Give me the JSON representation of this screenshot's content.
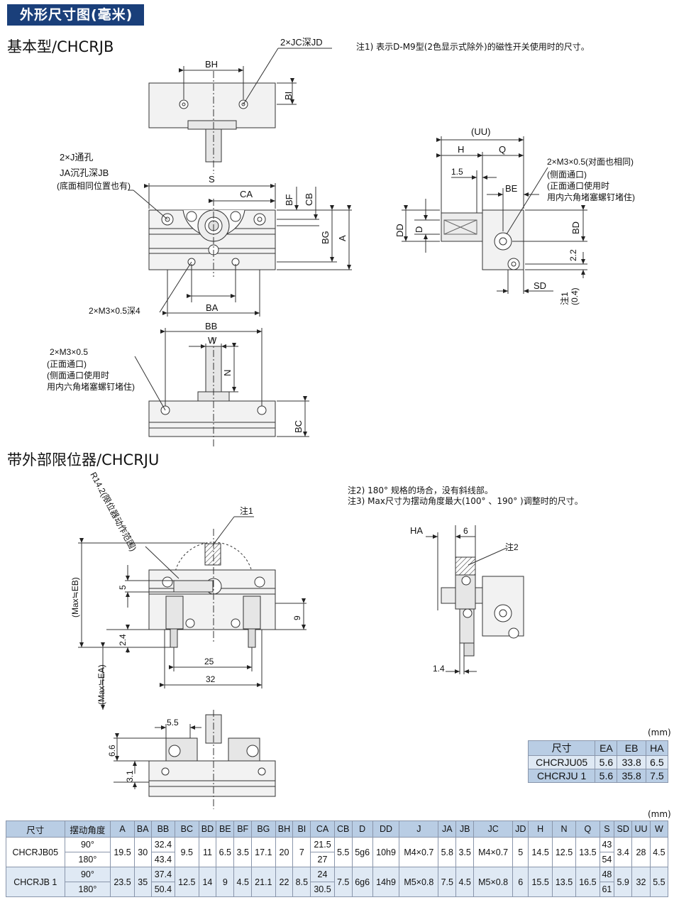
{
  "header": {
    "title": "外形尺寸图(毫米)"
  },
  "sections": {
    "basic": "基本型/CHCRJB",
    "stopper": "带外部限位器/CHCRJU"
  },
  "notes": {
    "n1": "注1) 表示D-M9型(2色显示式除外)的磁性开关使用时的尺寸。",
    "n2": "注2) 180°  规格的场合，没有斜线部。",
    "n3": "注3) Max尺寸为摆动角度最大(100°  、190°  )调整时的尺寸。"
  },
  "labels": {
    "jc": "2×JC深JD",
    "j1": "2×J通孔",
    "j2": "JA沉孔深JB",
    "j3": "(底面相同位置也有)",
    "m3_4": "2×M3×0.5深4",
    "m3a": "2×M3×0.5",
    "m3b": "(正面通口)",
    "m3c": "(侧面通口使用时",
    "m3d": "用内六角堵塞螺钉堵住)",
    "side1": "2×M3×0.5(对面也相同)",
    "side2": "(侧面通口)",
    "side3": "(正面通口使用时",
    "side4": "用内六角堵塞螺钉堵住)",
    "r142": "R14.2(限位器动作范围)",
    "note1tag": "注1",
    "note2tag": "注2",
    "maxeb": "(Max≒EB)",
    "maxea": "(Max≒EA)",
    "sd": "SD",
    "zhu1": "注1",
    "p04": "(0.4)"
  },
  "dims": {
    "BH": "BH",
    "BI": "BI",
    "S": "S",
    "CA": "CA",
    "BF": "BF",
    "CB": "CB",
    "BG": "BG",
    "A": "A",
    "BA": "BA",
    "BB": "BB",
    "W": "W",
    "N": "N",
    "BC": "BC",
    "UU": "(UU)",
    "H": "H",
    "Q": "Q",
    "d15": "1.5",
    "BE": "BE",
    "DD": "DD",
    "D": "D",
    "BD": "BD",
    "d22": "2.2",
    "d5": "5",
    "d24": "2.4",
    "d25": "25",
    "d32": "32",
    "d9": "9",
    "d55": "5.5",
    "d66": "6.6",
    "d31": "3.1",
    "HA": "HA",
    "d6": "6",
    "d14": "1.4"
  },
  "small_table": {
    "unit": "(mm)",
    "headers": [
      "尺寸",
      "EA",
      "EB",
      "HA"
    ],
    "rows": [
      [
        "CHCRJU05",
        "5.6",
        "33.8",
        "6.5"
      ],
      [
        "CHCRJU 1",
        "5.6",
        "35.8",
        "7.5"
      ]
    ]
  },
  "main_table": {
    "unit": "(mm)",
    "headers": [
      "尺寸",
      "摆动角度",
      "A",
      "BA",
      "BB",
      "BC",
      "BD",
      "BE",
      "BF",
      "BG",
      "BH",
      "BI",
      "CA",
      "CB",
      "D",
      "DD",
      "J",
      "JA",
      "JB",
      "JC",
      "JD",
      "H",
      "N",
      "Q",
      "S",
      "SD",
      "UU",
      "W"
    ],
    "models": [
      {
        "name": "CHCRJB05",
        "angles": [
          "90°",
          "180°"
        ],
        "A": "19.5",
        "BA": "30",
        "BB": [
          "32.4",
          "43.4"
        ],
        "BC": "9.5",
        "BD": "11",
        "BE": "6.5",
        "BF": "3.5",
        "BG": "17.1",
        "BH": "20",
        "BI": "7",
        "CA": [
          "21.5",
          "27"
        ],
        "CB": "5.5",
        "D": "5g6",
        "DD": "10h9",
        "J": "M4×0.7",
        "JA": "5.8",
        "JB": "3.5",
        "JC": "M4×0.7",
        "JD": "5",
        "H": "14.5",
        "N": "12.5",
        "Q": "13.5",
        "S": [
          "43",
          "54"
        ],
        "SD": "3.4",
        "UU": "28",
        "W": "4.5"
      },
      {
        "name": "CHCRJB 1",
        "angles": [
          "90°",
          "180°"
        ],
        "A": "23.5",
        "BA": "35",
        "BB": [
          "37.4",
          "50.4"
        ],
        "BC": "12.5",
        "BD": "14",
        "BE": "9",
        "BF": "4.5",
        "BG": "21.1",
        "BH": "22",
        "BI": "8.5",
        "CA": [
          "24",
          "30.5"
        ],
        "CB": "7.5",
        "D": "6g6",
        "DD": "14h9",
        "J": "M5×0.8",
        "JA": "7.5",
        "JB": "4.5",
        "JC": "M5×0.8",
        "JD": "6",
        "H": "15.5",
        "N": "13.5",
        "Q": "16.5",
        "S": [
          "48",
          "61"
        ],
        "SD": "5.9",
        "UU": "32",
        "W": "5.5"
      }
    ]
  }
}
